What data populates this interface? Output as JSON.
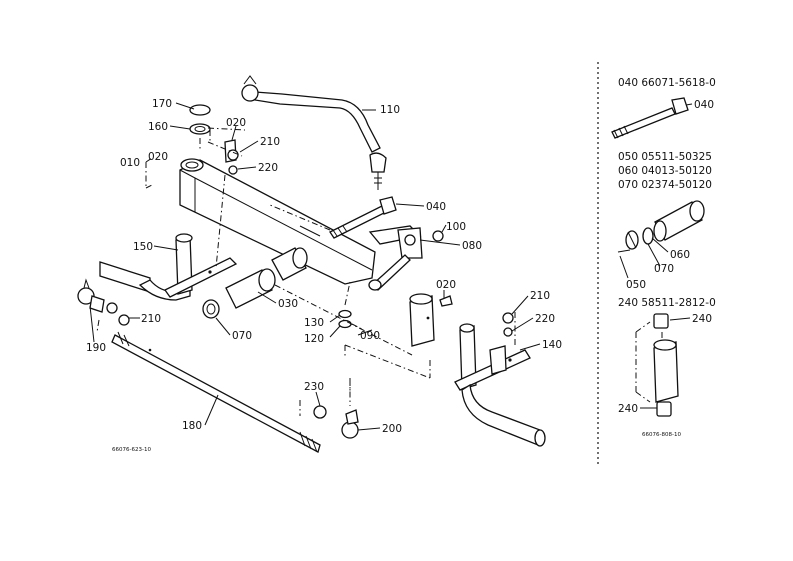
{
  "diagram": {
    "callouts": {
      "c170": "170",
      "c160": "160",
      "c020a": "020",
      "c010": "010",
      "c020b": "020",
      "c210a": "210",
      "c220a": "220",
      "c110": "110",
      "c040a": "040",
      "c100": "100",
      "c080": "080",
      "c150": "150",
      "c030": "030",
      "c070a": "070",
      "c210b": "210",
      "c190": "190",
      "c130": "130",
      "c120": "120",
      "c090": "090",
      "c020c": "020",
      "c210c": "210",
      "c220b": "220",
      "c140": "140",
      "c230": "230",
      "c200": "200",
      "c180": "180"
    },
    "figure_code": "66076-623-10"
  },
  "parts_list": {
    "row040": "040  66071-5618-0",
    "row050": "050  05511-50325",
    "row060": "060  04013-50120",
    "row070": "070  02374-50120",
    "row240": "240  58511-2812-0",
    "c040": "040",
    "c060": "060",
    "c070": "070",
    "c050": "050",
    "c240a": "240",
    "c240b": "240",
    "figure_code": "66076-808-10"
  }
}
